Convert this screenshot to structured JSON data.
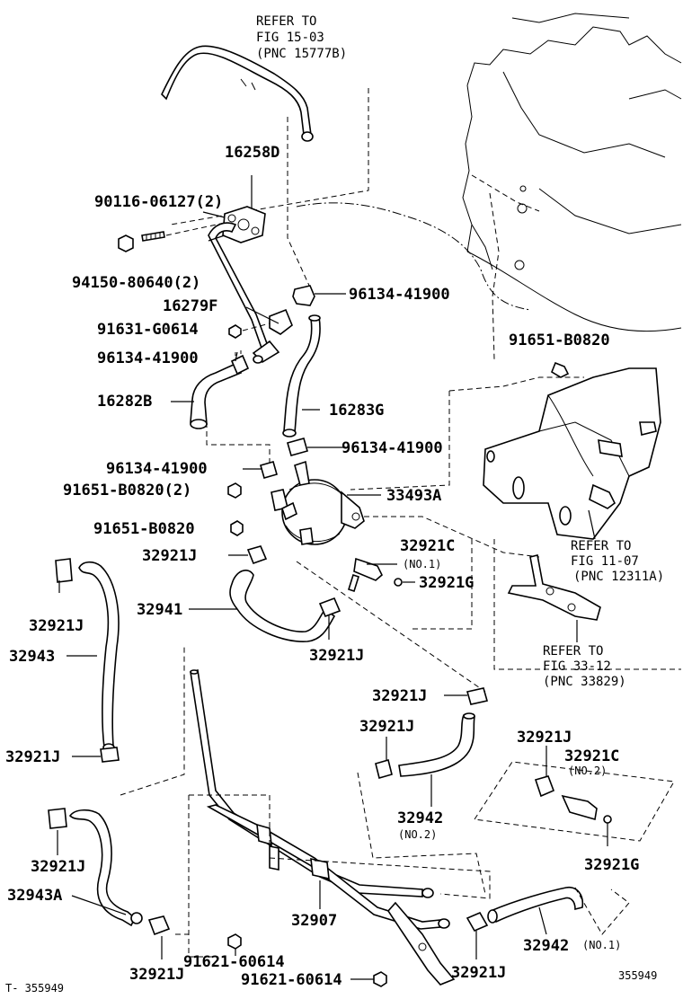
{
  "labels": {
    "ref_15_03": [
      "REFER TO",
      "FIG 15-03",
      "(PNC 15777B)"
    ],
    "p16258D": "16258D",
    "p90116": "90116-06127(2)",
    "p94150": "94150-80640(2)",
    "p16279F": "16279F",
    "p91631": "91631-G0614",
    "p96134_a": "96134-41900",
    "p96134_b": "96134-41900",
    "p96134_c": "96134-41900",
    "p96134_d": "96134-41900",
    "p16282B": "16282B",
    "p16283G": "16283G",
    "p91651_top": "91651-B0820",
    "p91651_2": "91651-B0820(2)",
    "p91651_b": "91651-B0820",
    "p33493A": "33493A",
    "p32921J_a": "32921J",
    "p32921C_1": "32921C",
    "no1_c": "(NO.1)",
    "p32921G_a": "32921G",
    "ref_11_07": [
      "REFER TO",
      "FIG 11-07",
      "(PNC 12311A)"
    ],
    "p32921J_b": "32921J",
    "p32943": "32943",
    "p32941": "32941",
    "p32921J_c": "32921J",
    "ref_33_12": [
      "REFER TO",
      "FIG 33-12",
      "(PNC 33829)"
    ],
    "p32921J_d": "32921J",
    "p32921J_e": "32921J",
    "p32921J_f": "32921J",
    "p32921J_g": "32921J",
    "p32921C_2": "32921C",
    "no2_c": "(NO.2)",
    "p32942_2": "32942",
    "no2_42": "(NO.2)",
    "p32921G_b": "32921G",
    "p32921J_h": "32921J",
    "p32943A": "32943A",
    "p32907": "32907",
    "p91621_a": "91621-60614",
    "p91621_b": "91621-60614",
    "p32921J_i": "32921J",
    "p32921J_j": "32921J",
    "p32942_1": "32942",
    "no1_42": "(NO.1)",
    "footer_left": "T-  355949",
    "footer_right": "355949"
  }
}
